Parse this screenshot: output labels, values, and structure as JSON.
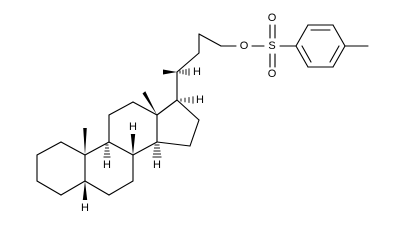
{
  "figure": {
    "kind": "structural-formula",
    "colors": {
      "ink": "#000000",
      "background": "#ffffff"
    }
  },
  "labels": {
    "oxygen_ester": "O",
    "sulfur": "S",
    "oxygen_top": "O",
    "oxygen_bottom": "O",
    "h_c20": "H",
    "h_c17": "H",
    "h_c8": "H",
    "h_c9": "H",
    "h_c14": "H",
    "h_c5": "H"
  }
}
